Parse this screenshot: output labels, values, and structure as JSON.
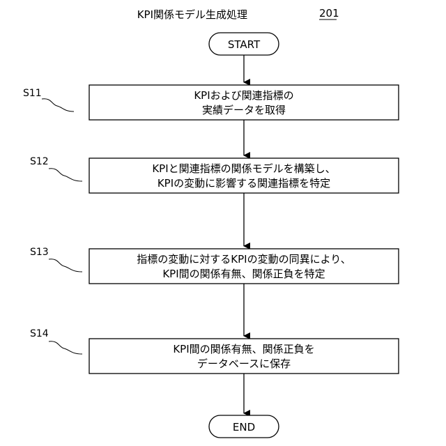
{
  "title": {
    "text": "KPI関係モデル生成処理",
    "ref": "201"
  },
  "start_label": "START",
  "end_label": "END",
  "steps": [
    {
      "id": "S11",
      "lines": [
        "KPIおよび関連指標の",
        "実績データを取得"
      ]
    },
    {
      "id": "S12",
      "lines": [
        "KPIと関連指標の関係モデルを構築し、",
        "KPIの変動に影響する関連指標を特定"
      ]
    },
    {
      "id": "S13",
      "lines": [
        "指標の変動に対するKPIの変動の同異により、",
        "KPI間の関係有無、関係正負を特定"
      ]
    },
    {
      "id": "S14",
      "lines": [
        "KPI間の関係有無、関係正負を",
        "データベースに保存"
      ]
    }
  ]
}
